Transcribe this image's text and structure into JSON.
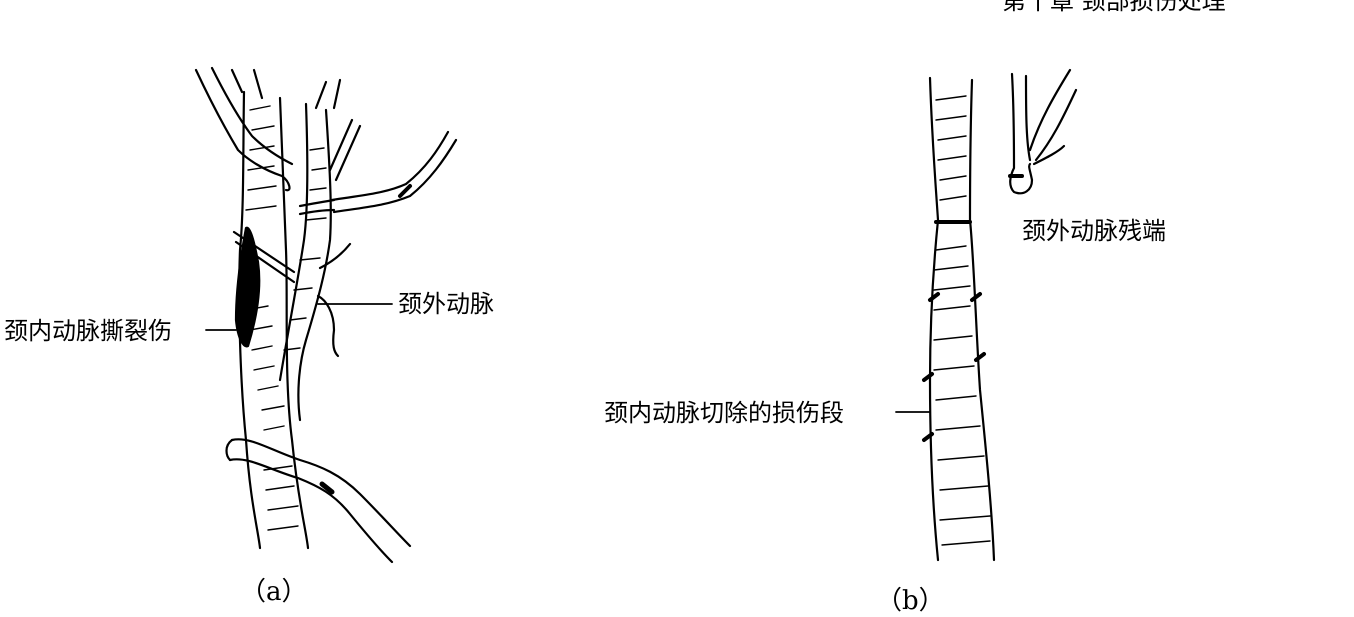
{
  "header": {
    "text": "第十章 颈部损伤处理"
  },
  "panel_a": {
    "caption": "（a）",
    "labels": {
      "internal_tear": "颈内动脉撕裂伤",
      "external_carotid": "颈外动脉"
    }
  },
  "panel_b": {
    "caption": "（b）",
    "labels": {
      "external_stump": "颈外动脉残端",
      "resected_segment": "颈内动脉切除的损伤段"
    }
  },
  "colors": {
    "ink": "#000000",
    "paper": "#ffffff"
  }
}
